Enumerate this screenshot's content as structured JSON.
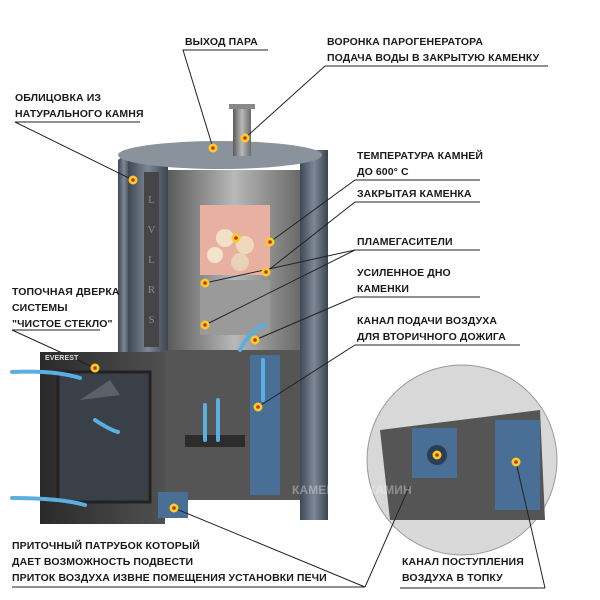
{
  "labels": {
    "steam_outlet": "ВЫХОД ПАРА",
    "funnel_1": "ВОРОНКА ПАРОГЕНЕРАТОРА",
    "funnel_2": "ПОДАЧА ВОДЫ В ЗАКРЫТУЮ КАМЕНКУ",
    "cladding_1": "ОБЛИЦОВКА ИЗ",
    "cladding_2": "НАТУРАЛЬНОГО КАМНЯ",
    "temp_1": "ТЕМПЕРАТУРА КАМНЕЙ",
    "temp_2": "ДО 600° С",
    "closed_heater": "ЗАКРЫТАЯ КАМЕНКА",
    "flame_arresters": "ПЛАМЕГАСИТЕЛИ",
    "bottom_1": "УСИЛЕННОЕ ДНО",
    "bottom_2": "КАМЕНКИ",
    "secondary_1": "КАНАЛ ПОДАЧИ ВОЗДУХА",
    "secondary_2": "ДЛЯ ВТОРИЧНОГО ДОЖИГА",
    "door_1": "ТОПОЧНАЯ ДВЕРКА",
    "door_2": "СИСТЕМЫ",
    "door_3": "\"ЧИСТОЕ СТЕКЛО\"",
    "inlet_1": "ПРИТОЧНЫЙ ПАТРУБОК КОТОРЫЙ",
    "inlet_2": "ДАЕТ ВОЗМОЖНОСТЬ ПОДВЕСТИ",
    "inlet_3": "ПРИТОК ВОЗДУХА ИЗВНЕ ПОМЕЩЕНИЯ УСТАНОВКИ ПЕЧИ",
    "firebox_air_1": "КАНАЛ ПОСТУПЛЕНИЯ",
    "firebox_air_2": "ВОЗДУХА В ТОПКУ"
  },
  "brand": {
    "door_logo": "EVEREST",
    "side_text": "LVLRS",
    "watermark": "КАМЕННЫЙ КАМИН"
  },
  "colors": {
    "marker": "#f5d020",
    "marker_center": "#d9232e",
    "air_arrow": "#5aaee0",
    "channel": "#4a6f96",
    "steel": "#8c8c8c",
    "stone": "#56606e"
  }
}
